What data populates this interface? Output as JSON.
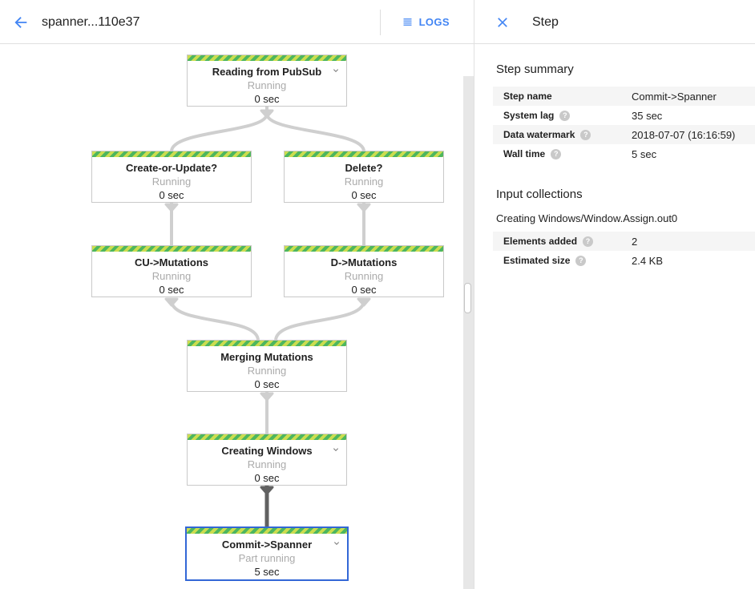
{
  "header": {
    "title": "spanner...110e37",
    "logs_label": "LOGS"
  },
  "side_panel": {
    "title": "Step",
    "step_summary": {
      "heading": "Step summary",
      "rows": [
        {
          "label": "Step name",
          "value": "Commit->Spanner"
        },
        {
          "label": "System lag",
          "value": "35 sec"
        },
        {
          "label": "Data watermark",
          "value": "2018-07-07 (16:16:59)"
        },
        {
          "label": "Wall time",
          "value": "5 sec"
        }
      ]
    },
    "input_collections": {
      "heading": "Input collections",
      "collection_name": "Creating Windows/Window.Assign.out0",
      "rows": [
        {
          "label": "Elements added",
          "value": "2"
        },
        {
          "label": "Estimated size",
          "value": "2.4 KB"
        }
      ]
    }
  },
  "graph": {
    "nodes": [
      {
        "title": "Reading from PubSub",
        "status": "Running",
        "time": "0 sec"
      },
      {
        "title": "Create-or-Update?",
        "status": "Running",
        "time": "0 sec"
      },
      {
        "title": "Delete?",
        "status": "Running",
        "time": "0 sec"
      },
      {
        "title": "CU->Mutations",
        "status": "Running",
        "time": "0 sec"
      },
      {
        "title": "D->Mutations",
        "status": "Running",
        "time": "0 sec"
      },
      {
        "title": "Merging Mutations",
        "status": "Running",
        "time": "0 sec"
      },
      {
        "title": "Creating Windows",
        "status": "Running",
        "time": "0 sec"
      },
      {
        "title": "Commit->Spanner",
        "status": "Part running",
        "time": "5 sec"
      }
    ]
  },
  "icons": {
    "help_glyph": "?"
  },
  "colors": {
    "accent_blue": "#4285f4",
    "selected_border": "#3367d6",
    "stripe_green": "#4db65f",
    "stripe_lime": "#cbdd4f",
    "status_gray": "#ababab",
    "edge_gray": "#cfcfcf",
    "edge_dark": "#616161"
  }
}
